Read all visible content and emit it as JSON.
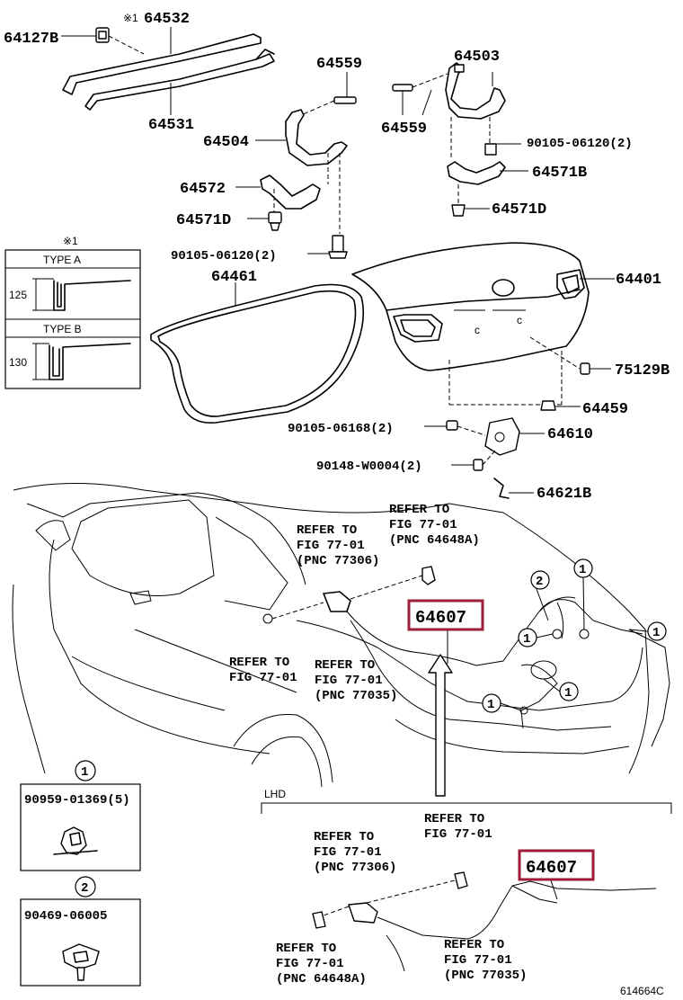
{
  "figure_id": "614664C",
  "callouts": {
    "c64532": "64532",
    "c64532_mark": "※1",
    "c64127B": "64127B",
    "c64531": "64531",
    "c64559a": "64559",
    "c64504": "64504",
    "c64572": "64572",
    "c64571D_left": "64571D",
    "c90105_left": "90105-06120(2)",
    "c64503": "64503",
    "c64559b": "64559",
    "c90105_right": "90105-06120(2)",
    "c64571B": "64571B",
    "c64571D_right": "64571D",
    "c64461": "64461",
    "c64401": "64401",
    "c75129B": "75129B",
    "c64459": "64459",
    "c90105_06168": "90105-06168(2)",
    "c64610": "64610",
    "c90148": "90148-W0004(2)",
    "c64621B": "64621B",
    "c64607_main": "64607",
    "c64607_lhd": "64607"
  },
  "type_box": {
    "mark": "※1",
    "type_a": "TYPE A",
    "type_b": "TYPE B",
    "dim_a": "125",
    "dim_b": "130"
  },
  "refs": {
    "r1": [
      "REFER TO",
      "FIG 77-01",
      "(PNC 64648A)"
    ],
    "r2": [
      "REFER TO",
      "FIG 77-01",
      "(PNC 77306)"
    ],
    "r3": [
      "REFER TO",
      "FIG 77-01"
    ],
    "r4": [
      "REFER TO",
      "FIG 77-01",
      "(PNC 77035)"
    ],
    "r5": [
      "REFER TO",
      "FIG 77-01"
    ],
    "r6": [
      "REFER TO",
      "FIG 77-01",
      "(PNC 77306)"
    ],
    "r7": [
      "REFER TO",
      "FIG 77-01",
      "(PNC 64648A)"
    ],
    "r8": [
      "REFER TO",
      "FIG 77-01",
      "(PNC 77035)"
    ]
  },
  "legend": {
    "lhd": "LHD",
    "clip1_num": "1",
    "clip1_part": "90959-01369(5)",
    "clip2_num": "2",
    "clip2_part": "90469-06005"
  },
  "markers": {
    "one": "1",
    "two": "2"
  }
}
